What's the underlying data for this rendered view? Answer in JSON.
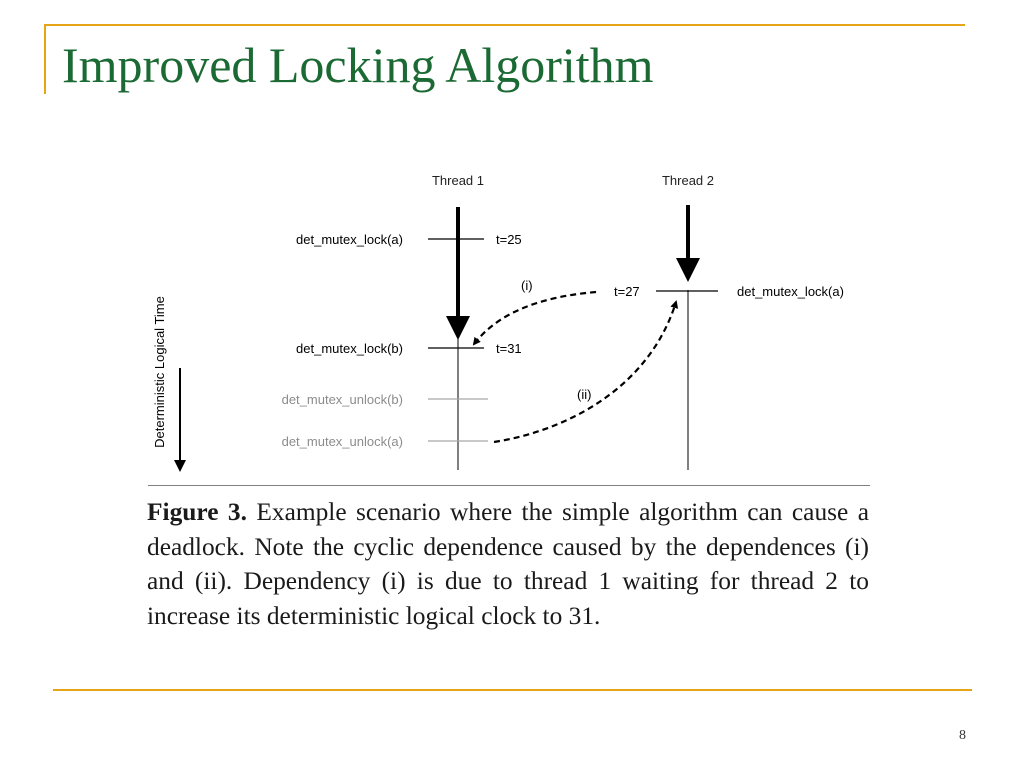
{
  "slide": {
    "title": "Improved Locking Algorithm",
    "page_number": "8",
    "accent_color": "#e6a417",
    "title_color": "#1b6a34"
  },
  "figure": {
    "threads": [
      {
        "label": "Thread 1"
      },
      {
        "label": "Thread 2"
      }
    ],
    "time_axis_label": "Deterministic Logical Time",
    "thread1_events": [
      {
        "label": "det_mutex_lock(a)",
        "time": "t=25",
        "state": "completed"
      },
      {
        "label": "det_mutex_lock(b)",
        "time": "t=31",
        "state": "completed"
      },
      {
        "label": "det_mutex_unlock(b)",
        "time": "",
        "state": "pending"
      },
      {
        "label": "det_mutex_unlock(a)",
        "time": "",
        "state": "pending"
      }
    ],
    "thread2_events": [
      {
        "label": "det_mutex_lock(a)",
        "time": "t=27",
        "state": "completed"
      }
    ],
    "dependencies": [
      {
        "label": "(i)"
      },
      {
        "label": "(ii)"
      }
    ]
  },
  "caption": {
    "figure_label": "Figure 3.",
    "text": " Example scenario where the simple algorithm can cause a deadlock. Note the cyclic dependence caused by the dependences (i) and (ii). Dependency (i) is due to thread 1 waiting for thread 2 to increase its deterministic logical clock to 31."
  }
}
